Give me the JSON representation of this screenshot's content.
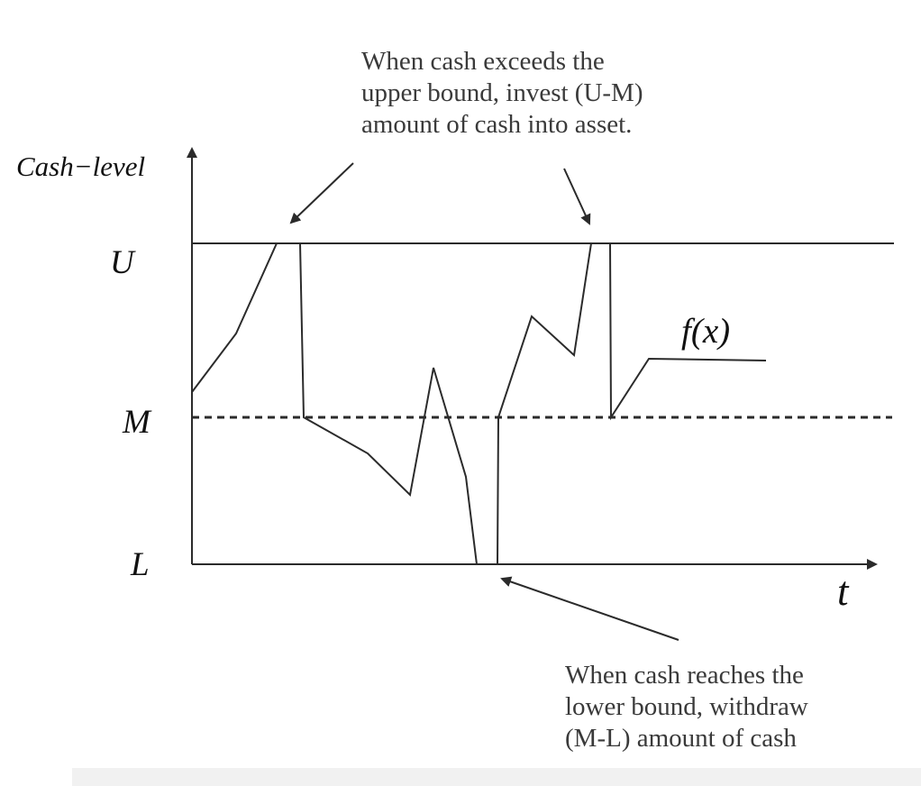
{
  "diagram": {
    "title": "",
    "y_axis_label": "Cash−level",
    "x_axis_label": "t",
    "levels": {
      "upper": "U",
      "middle": "M",
      "lower": "L"
    },
    "series_label": "f(x)",
    "annotations": {
      "upper": [
        "When cash exceeds the",
        "upper bound, invest (U-M)",
        "amount of cash into asset."
      ],
      "lower": [
        "When cash reaches the",
        "lower bound, withdraw",
        "(M-L) amount of cash"
      ]
    },
    "colors": {
      "line": "#2b2b2b",
      "annotation_text": "#3a3a3a",
      "label_text": "#111111"
    },
    "line_styles": {
      "upper_bound": "solid",
      "middle_target": "dashed",
      "lower_bound": "solid"
    }
  }
}
